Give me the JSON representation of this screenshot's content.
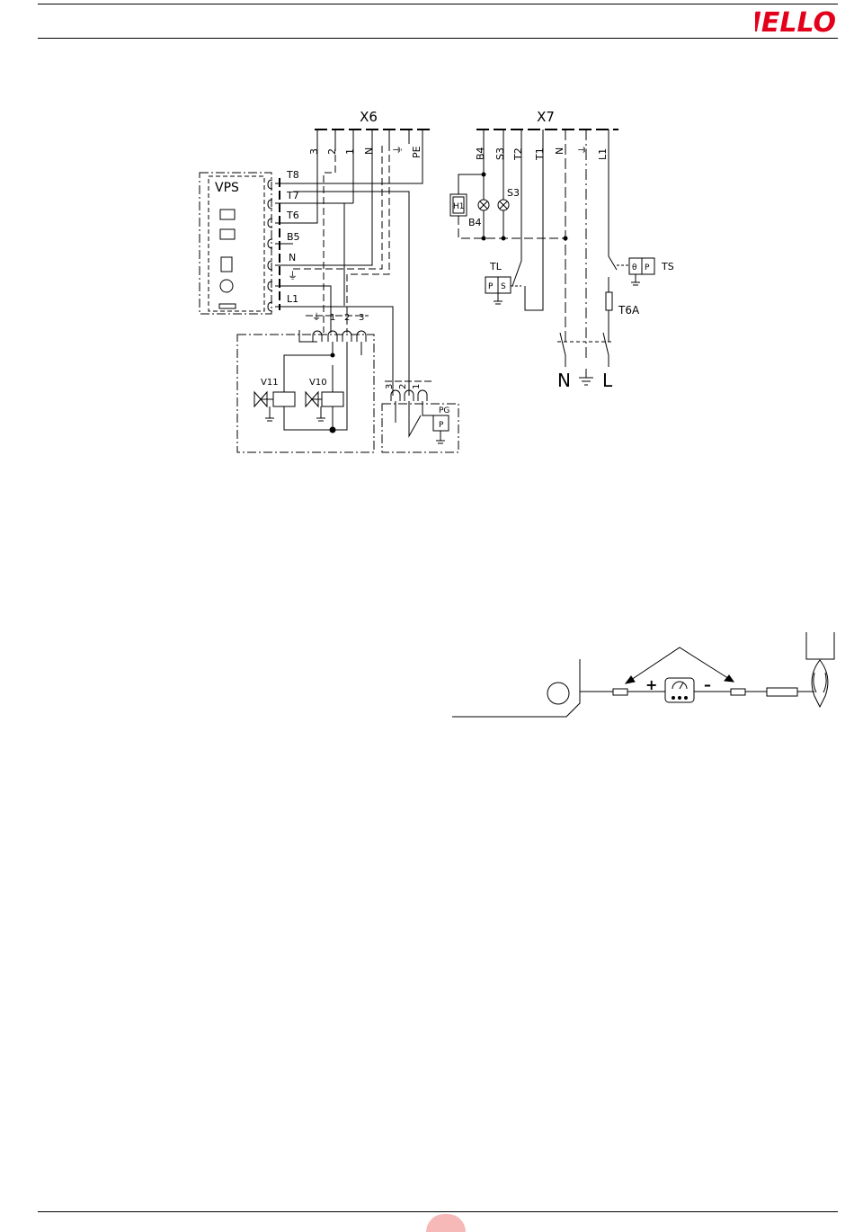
{
  "brand": {
    "logo_text": "RIELLO",
    "logo_color": "#e3001b"
  },
  "wiring": {
    "x6": {
      "label": "X6",
      "terminals": [
        "3",
        "2",
        "1",
        "N",
        "⏚",
        "PE"
      ],
      "vps": {
        "label": "VPS",
        "terminals": [
          "T8",
          "T7",
          "T6",
          "B5",
          "N",
          "⏚",
          "L1"
        ]
      },
      "valves": {
        "v11": "V11",
        "v10": "V10",
        "connector": [
          "⏚",
          "1",
          "2",
          "3"
        ]
      },
      "pg": {
        "label": "PG",
        "inner": "P",
        "connector": [
          "3",
          "2",
          "1"
        ]
      }
    },
    "x7": {
      "label": "X7",
      "terminals": [
        "B4",
        "S3",
        "T2",
        "T1",
        "N",
        "⏚",
        "L1"
      ],
      "h1": "H1",
      "b4": "B4",
      "s3": "S3",
      "tl": {
        "label": "TL",
        "inner": [
          "P",
          "S"
        ]
      },
      "ts": {
        "label": "TS",
        "inner": [
          "θ",
          "P"
        ]
      },
      "fuse": "T6A",
      "supply": {
        "n": "N",
        "earth": "⏚",
        "l": "L"
      }
    }
  },
  "ionisation": {
    "plus": "+",
    "minus": "–"
  },
  "colors": {
    "badge": "#f7b8b8",
    "line": "#000000"
  }
}
